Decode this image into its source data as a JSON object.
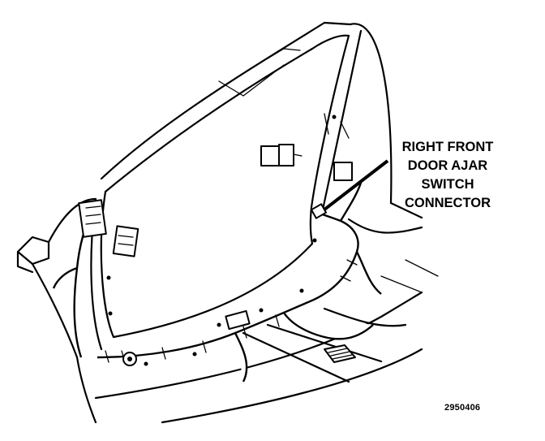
{
  "callout": {
    "lines": [
      "RIGHT FRONT",
      "DOOR AJAR",
      "SWITCH",
      "CONNECTOR"
    ]
  },
  "figure_number": "2950406"
}
